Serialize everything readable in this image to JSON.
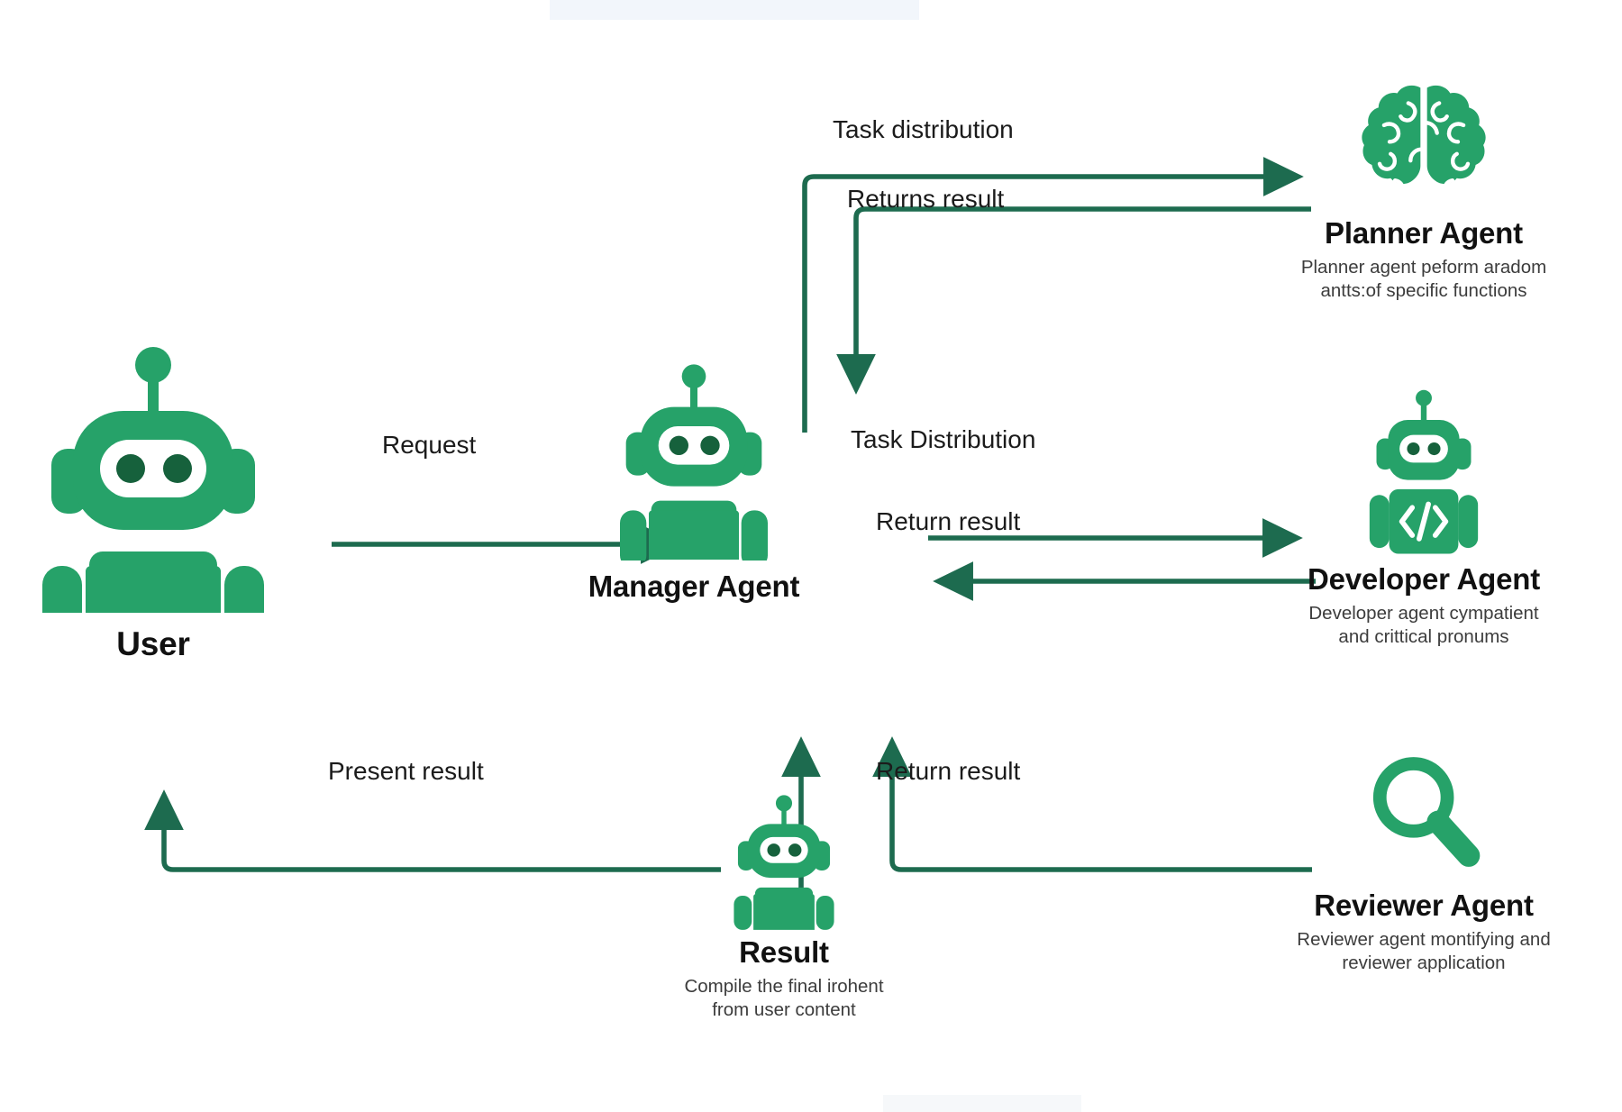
{
  "diagram": {
    "title": "Multi-agent system flow",
    "accent_color": "#26a269",
    "accent_dark_color": "#1d6b4f",
    "arrow_color": "#1d6b4f",
    "background_color": "#ffffff",
    "text_color": "#111111"
  },
  "nodes": {
    "user": {
      "title": "User",
      "desc": "",
      "icon": "robot-icon"
    },
    "manager": {
      "title": "Manager Agent",
      "desc": "",
      "icon": "robot-icon"
    },
    "result": {
      "title": "Result",
      "desc": "Compile the final irohent\nfrom user content",
      "desc_line1": "Compile the final irohent",
      "desc_line2": "from user content",
      "icon": "robot-icon"
    },
    "planner": {
      "title": "Planner Agent",
      "desc_line1": "Planner agent peform aradom",
      "desc_line2": "antts:of specific functions",
      "icon": "brain-icon"
    },
    "developer": {
      "title": "Developer Agent",
      "desc_line1": "Developer agent cympatient",
      "desc_line2": "and crittical pronums",
      "icon": "robot-code-icon"
    },
    "reviewer": {
      "title": "Reviewer Agent",
      "desc_line1": "Reviewer agent montifying and",
      "desc_line2": "reviewer application",
      "icon": "magnifier-icon"
    }
  },
  "edges": {
    "task_distribution_top": "Task distribution",
    "returns_result": "Returns result",
    "request": "Request",
    "task_distribution_mid": "Task Distribution",
    "return_result_mid": "Return result",
    "present_result": "Present result",
    "return_result_bottom": "Return result"
  }
}
